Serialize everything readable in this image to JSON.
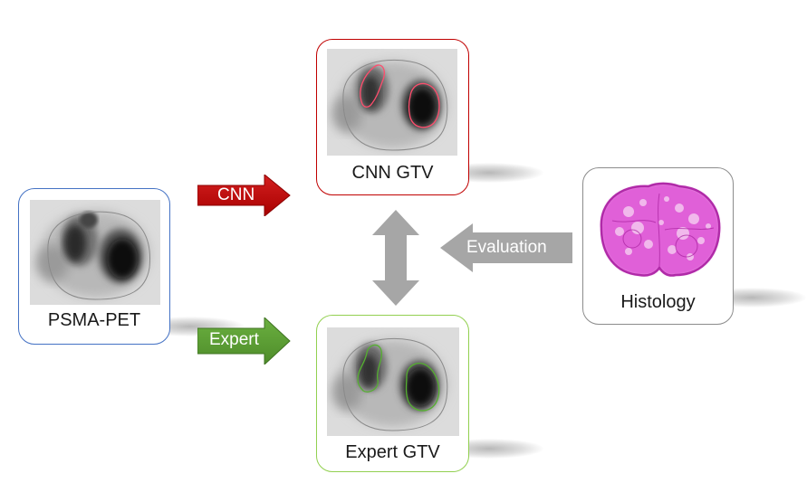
{
  "nodes": {
    "psma": {
      "label": "PSMA-PET",
      "border_color": "#4472c4"
    },
    "cnn_gtv": {
      "label": "CNN GTV",
      "border_color": "#c00000",
      "contour_color": "#ff4d6d"
    },
    "expert_gtv": {
      "label": "Expert GTV",
      "border_color": "#70ad47",
      "contour_color": "#55b030"
    },
    "histology": {
      "label": "Histology",
      "border_color": "#8c8c8c",
      "stain_color": "#e060d8"
    }
  },
  "arrows": {
    "cnn": {
      "label": "CNN",
      "color": "#c00000"
    },
    "expert": {
      "label": "Expert",
      "color": "#5f9e3a"
    },
    "evaluation": {
      "label": "Evaluation",
      "color": "#a6a6a6"
    },
    "compare": {
      "color": "#a6a6a6"
    }
  }
}
